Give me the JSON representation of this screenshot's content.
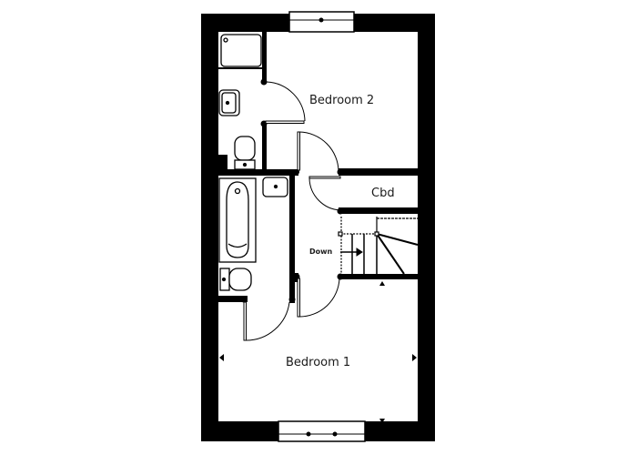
{
  "floorplan": {
    "rooms": [
      {
        "id": "bedroom-2",
        "label": "Bedroom 2"
      },
      {
        "id": "bedroom-1",
        "label": "Bedroom 1"
      },
      {
        "id": "cupboard",
        "label": "Cbd"
      }
    ],
    "stairs": {
      "label": "Down"
    },
    "colors": {
      "wall": "#000000",
      "background": "#ffffff",
      "fixture": "#111111"
    }
  }
}
